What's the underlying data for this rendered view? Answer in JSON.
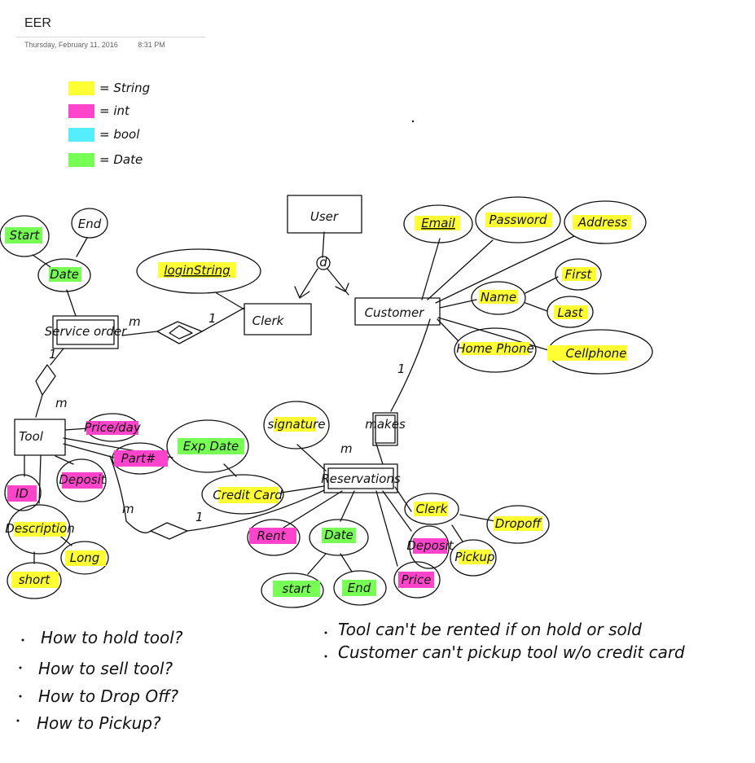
{
  "page": {
    "title": "EER",
    "date": "Thursday, February 11, 2016",
    "time": "8:31 PM"
  },
  "legend": [
    {
      "label": "= String",
      "color": "#ffff33"
    },
    {
      "label": "= int",
      "color": "#ff44cc"
    },
    {
      "label": "= bool",
      "color": "#55eeff"
    },
    {
      "label": "= Date",
      "color": "#77ff55"
    }
  ],
  "entities": {
    "user": "User",
    "clerk": "Clerk",
    "customer": "Customer",
    "service_order": "Service order",
    "tool": "Tool",
    "reservations": "Reservations"
  },
  "attributes": {
    "email": "Email",
    "password": "Password",
    "address": "Address",
    "name": "Name",
    "first": "First",
    "last": "Last",
    "home_phone": "Home Phone",
    "cellphone": "Cellphone",
    "login_string": "loginString",
    "start_service": "Start",
    "end_service": "End",
    "date_service": "Date",
    "price_day": "Price/day",
    "part_no": "Part#",
    "exp_date": "Exp Date",
    "signature": "signature",
    "credit_card": "Credit Card",
    "tool_id": "ID",
    "deposit_tool": "Deposit",
    "description": "Description",
    "short": "short",
    "long": "Long",
    "rent": "Rent",
    "date_res": "Date",
    "start_res": "start",
    "end_res": "End",
    "deposit_res": "Deposit",
    "price": "Price",
    "clerk_res": "Clerk",
    "dropoff": "Dropoff",
    "pickup": "Pickup"
  },
  "relationships": {
    "makes": "makes"
  },
  "cardinalities": {
    "so_clerk_m": "m",
    "so_clerk_1": "1",
    "tool_so_1": "1",
    "tool_so_m": "m",
    "tool_res_m": "m",
    "res_makes_m": "m",
    "makes_cust_1": "1",
    "tool_res_1": "1"
  },
  "disjoint_symbol": "d",
  "notes_left": [
    "How to hold tool?",
    "How to sell tool?",
    "How to Drop Off?",
    "How to Pickup?"
  ],
  "notes_right": [
    "Tool can't be rented if on hold or sold",
    "Customer can't pickup tool w/o credit card"
  ],
  "highlight_colors": {
    "string": "#ffff33",
    "int": "#ff44cc",
    "bool": "#55eeff",
    "date": "#77ff55"
  }
}
